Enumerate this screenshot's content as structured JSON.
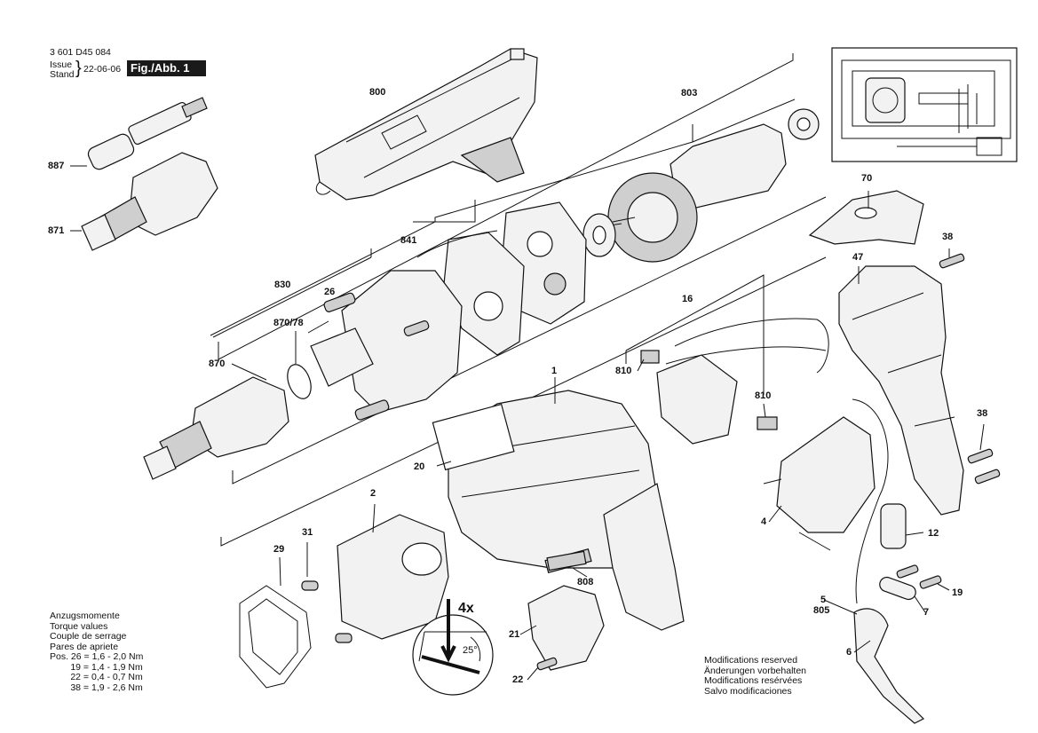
{
  "header": {
    "part_number": "3 601 D45 084",
    "issue_label_en": "Issue",
    "issue_label_de": "Stand",
    "issue_date": "22-06-06",
    "figure_label": "Fig./Abb. 1"
  },
  "callouts": [
    {
      "id": "800",
      "text": "800"
    },
    {
      "id": "803",
      "text": "803"
    },
    {
      "id": "887",
      "text": "887"
    },
    {
      "id": "871",
      "text": "871"
    },
    {
      "id": "841",
      "text": "841"
    },
    {
      "id": "830",
      "text": "830"
    },
    {
      "id": "26",
      "text": "26"
    },
    {
      "id": "870_78",
      "text": "870/78"
    },
    {
      "id": "870",
      "text": "870"
    },
    {
      "id": "70",
      "text": "70"
    },
    {
      "id": "38a",
      "text": "38"
    },
    {
      "id": "47",
      "text": "47"
    },
    {
      "id": "16",
      "text": "16"
    },
    {
      "id": "810a",
      "text": "810"
    },
    {
      "id": "810b",
      "text": "810"
    },
    {
      "id": "1",
      "text": "1"
    },
    {
      "id": "20",
      "text": "20"
    },
    {
      "id": "38b",
      "text": "38"
    },
    {
      "id": "2",
      "text": "2"
    },
    {
      "id": "31",
      "text": "31"
    },
    {
      "id": "29",
      "text": "29"
    },
    {
      "id": "4",
      "text": "4"
    },
    {
      "id": "12",
      "text": "12"
    },
    {
      "id": "808",
      "text": "808"
    },
    {
      "id": "4x",
      "text": "4x"
    },
    {
      "id": "25deg",
      "text": "25°"
    },
    {
      "id": "21",
      "text": "21"
    },
    {
      "id": "22",
      "text": "22"
    },
    {
      "id": "5",
      "text": "5"
    },
    {
      "id": "805",
      "text": "805"
    },
    {
      "id": "7",
      "text": "7"
    },
    {
      "id": "19",
      "text": "19"
    },
    {
      "id": "6",
      "text": "6"
    }
  ],
  "torque_notes": "Anzugsmomente\nTorque values\nCouple de serrage\nPares de apriete\nPos. 26 = 1,6 - 2,0 Nm\n        19 = 1,4 - 1,9 Nm\n        22 = 0,4 - 0,7 Nm\n        38 = 1,9 - 2,6 Nm",
  "modification_notes": "Modifications reserved\nÄnderungen vorbehalten\nModifications resérvées\nSalvo modificaciones"
}
